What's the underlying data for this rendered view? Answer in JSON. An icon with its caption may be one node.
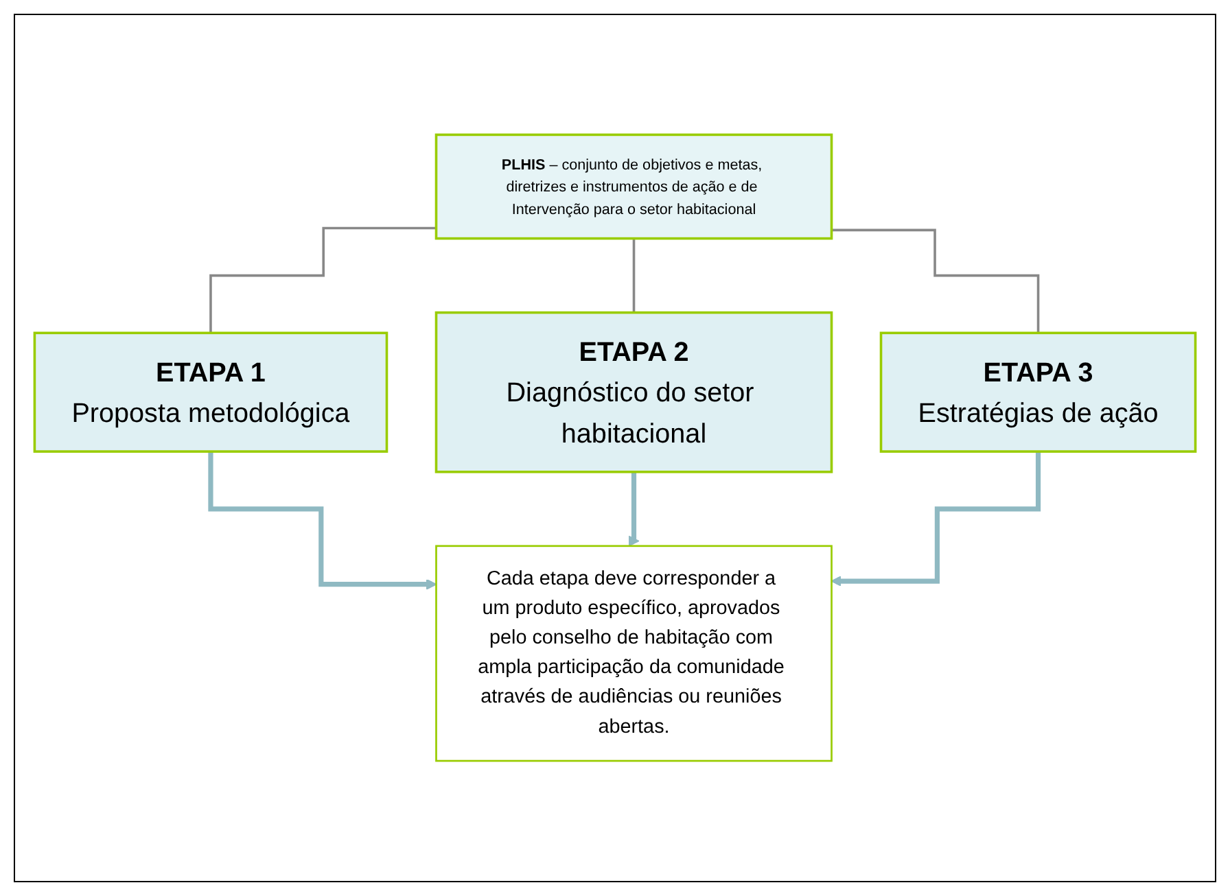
{
  "diagram": {
    "nodes": [
      {
        "text": [
          "**PLHIS** – conjunto de objetivos e metas, diretrizes e instrumentos de ação e de Intervenção para o setor habitacional"
        ]
      },
      {
        "text": [
          "ETAPA 1",
          "Proposta metodológica"
        ]
      },
      {
        "text": [
          "ETAPA 2",
          "Diagnóstico do setor habitacional"
        ]
      },
      {
        "text": [
          "ETAPA 3",
          "Estratégias de ação"
        ]
      },
      {
        "text": [
          "Cada etapa deve corresponder a um produto específico, aprovados pelo conselho de habitação com ampla participação da comunidade através de audiências ou reuniões abertas."
        ]
      }
    ],
    "edges": [
      {
        "from": 0,
        "to": 1,
        "arrow": "none"
      },
      {
        "from": 0,
        "to": 2,
        "arrow": "none"
      },
      {
        "from": 0,
        "to": 3,
        "arrow": "none"
      },
      {
        "from": 1,
        "to": 4,
        "arrow": "to",
        "style": "thick",
        "color": "#8fb9c2"
      },
      {
        "from": 2,
        "to": 4,
        "arrow": "to",
        "style": "thick",
        "color": "#8fb9c2"
      },
      {
        "from": 3,
        "to": 4,
        "arrow": "to",
        "style": "thick",
        "color": "#8fb9c2"
      }
    ]
  }
}
